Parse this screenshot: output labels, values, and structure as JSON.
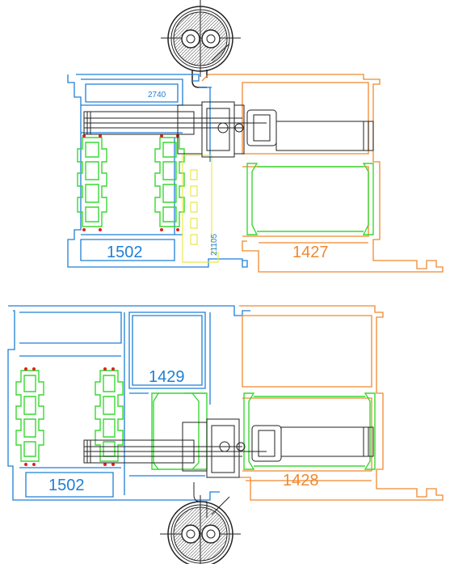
{
  "colors": {
    "blue": "#1e7fd6",
    "orange": "#f0892f",
    "green": "#39d832",
    "yellow": "#e8e84a",
    "dark": "#222222",
    "red": "#e02020"
  },
  "top_assembly": {
    "left_profile_label": "1502",
    "right_profile_label": "1427",
    "dimension_label_top": "2740",
    "dimension_label_vertical": "21105"
  },
  "bottom_assembly": {
    "left_profile_label": "1502",
    "mid_profile_label": "1429",
    "right_profile_label": "1428"
  },
  "icons": [
    "hinge-roller-icon"
  ]
}
